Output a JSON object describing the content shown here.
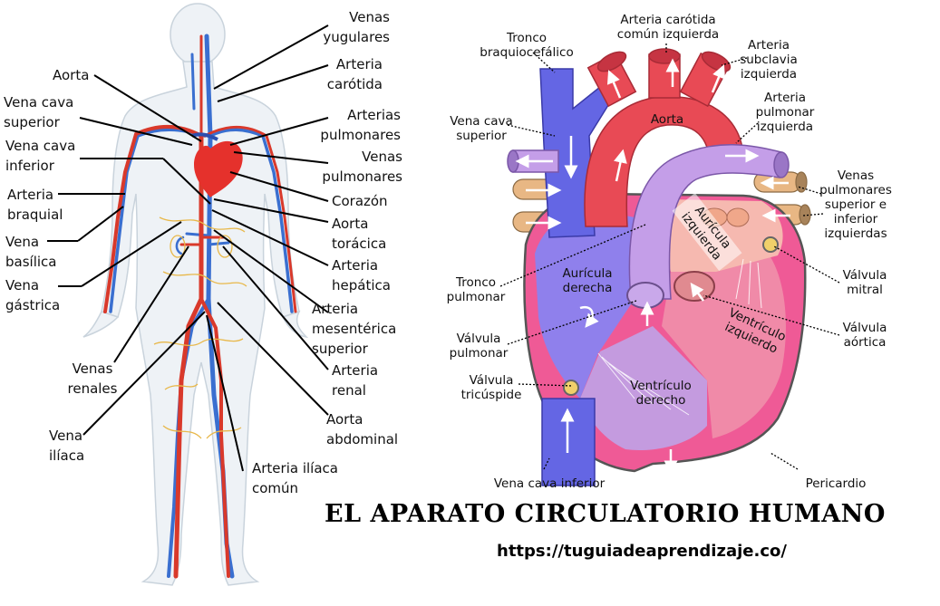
{
  "body_labels": {
    "venas_yugulares": "Venas\nyugulares",
    "arteria_carotida": "Arteria\ncarótida",
    "aorta": "Aorta",
    "vena_cava_superior": "Vena cava\nsuperior",
    "arterias_pulmonares": "Arterias\npulmonares",
    "vena_cava_inferior": "Vena cava\ninferior",
    "venas_pulmonares": "Venas\npulmonares",
    "corazon": "Corazón",
    "arteria_braquial": "Arteria\nbraquial",
    "aorta_toracica": "Aorta\ntorácica",
    "vena_basilica": "Vena\nbasílica",
    "arteria_hepatica": "Arteria\nhepática",
    "vena_gastrica": "Vena\ngástrica",
    "arteria_mesenterica_superior": "Arteria\nmesentérica\nsuperior",
    "venas_renales": "Venas\nrenales",
    "arteria_renal": "Arteria\nrenal",
    "aorta_abdominal": "Aorta\nabdominal",
    "vena_iliaca": "Vena\nilíaca",
    "arteria_iliaca_comun": "Arteria ilíaca\ncomún"
  },
  "heart_labels": {
    "tronco_braquiocefalico": "Tronco\nbraquiocefálico",
    "arteria_carotida_comun_izquierda": "Arteria carótida\ncomún izquierda",
    "arteria_subclavia_izquierda": "Arteria\nsubclavia\nizquierda",
    "arteria_pulmonar_izquierda": "Arteria\npulmonar\nizquierda",
    "vena_cava_superior": "Vena cava\nsuperior",
    "venas_pulmonares_sup_inf_izq": "Venas\npulmonares\nsuperior e\ninferior\nizquierdas",
    "tronco_pulmonar": "Tronco\npulmonar",
    "valvula_mitral": "Válvula\nmitral",
    "valvula_pulmonar": "Válvula\npulmonar",
    "valvula_aortica": "Válvula\naórtica",
    "valvula_tricuspide": "Válvula\ntricúspide",
    "vena_cava_inferior": "Vena cava inferior",
    "pericardio": "Pericardio",
    "aorta_inner": "Aorta",
    "auricula_derecha": "Aurícula\nderecha",
    "auricula_izquierda": "Aurícula\nizquierda",
    "ventriculo_izquierdo": "Ventrículo\nizquierdo",
    "ventriculo_derecho": "Ventrículo\nderecho"
  },
  "footer": {
    "title": "EL APARATO CIRCULATORIO HUMANO",
    "url": "https://tuguiadeaprendizaje.co/"
  },
  "colors": {
    "artery_red": "#d9392b",
    "vein_blue": "#3a6fd0",
    "heart_pink": "#ee3f8a",
    "heart_purple": "#b58be0",
    "aorta_red": "#e84a55",
    "cava_blue": "#6a6de8",
    "pulm_vein_tan": "#e8b784",
    "body_outline": "#c9d3dc"
  }
}
